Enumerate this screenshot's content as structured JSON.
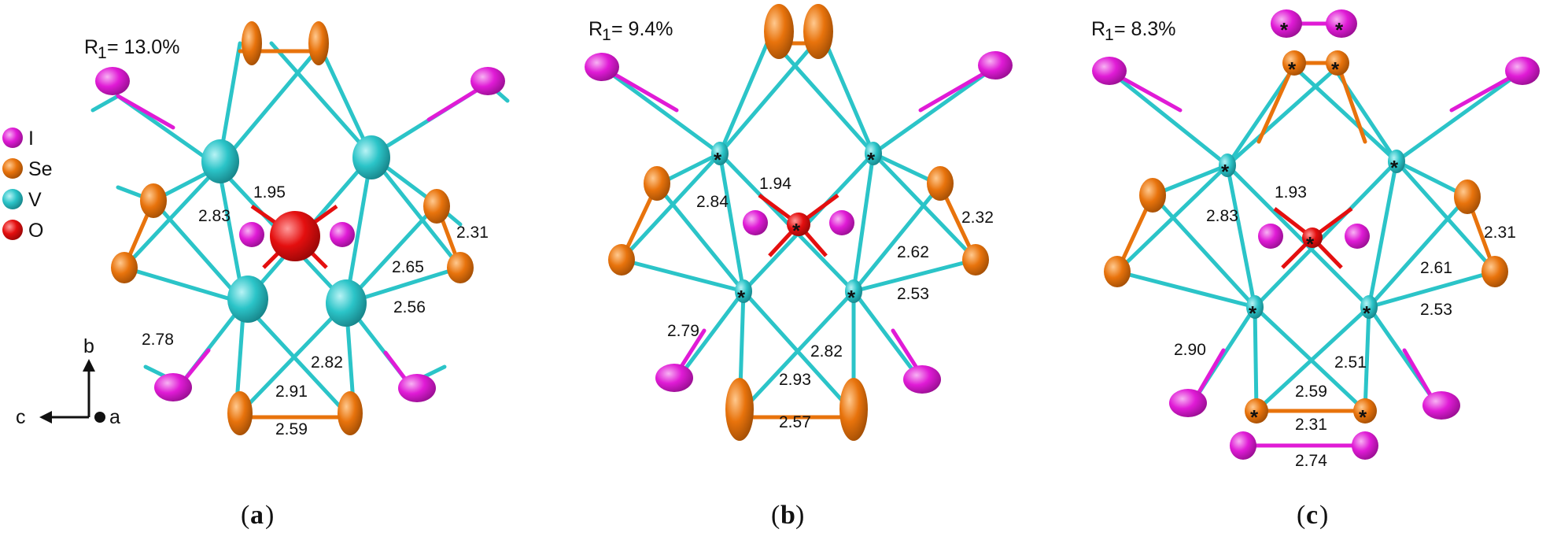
{
  "legend": {
    "items": [
      {
        "symbol": "I",
        "color": "#e01bd6"
      },
      {
        "symbol": "Se",
        "color": "#e8730c"
      },
      {
        "symbol": "V",
        "color": "#2bc4c8"
      },
      {
        "symbol": "O",
        "color": "#e40f0f"
      }
    ]
  },
  "axes": {
    "b": "b",
    "c": "c",
    "a": "a"
  },
  "panels": [
    {
      "id": "a",
      "r_prefix": "R",
      "r_sub": "1",
      "r_value": "= 13.0%",
      "caption_open": "(",
      "caption_letter": "a",
      "caption_close": ")",
      "bond_labels": [
        "1.95",
        "2.83",
        "2.31",
        "2.65",
        "2.56",
        "2.78",
        "2.82",
        "2.91",
        "2.59"
      ]
    },
    {
      "id": "b",
      "r_prefix": "R",
      "r_sub": "1",
      "r_value": "= 9.4%",
      "caption_open": "(",
      "caption_letter": "b",
      "caption_close": ")",
      "bond_labels": [
        "1.94",
        "2.84",
        "2.32",
        "2.62",
        "2.53",
        "2.79",
        "2.82",
        "2.93",
        "2.57"
      ]
    },
    {
      "id": "c",
      "r_prefix": "R",
      "r_sub": "1",
      "r_value": "= 8.3%",
      "caption_open": "(",
      "caption_letter": "c",
      "caption_close": ")",
      "bond_labels": [
        "1.93",
        "2.83",
        "2.31",
        "2.61",
        "2.53",
        "2.90",
        "2.51",
        "2.59",
        "2.31",
        "2.74"
      ]
    }
  ],
  "atom_marker": "*",
  "colors": {
    "iodine": "#e01bd6",
    "selenium": "#e8730c",
    "vanadium": "#2bc4c8",
    "oxygen": "#e40f0f",
    "bond_v": "#2bc4c8",
    "bond_se": "#e8730c"
  }
}
